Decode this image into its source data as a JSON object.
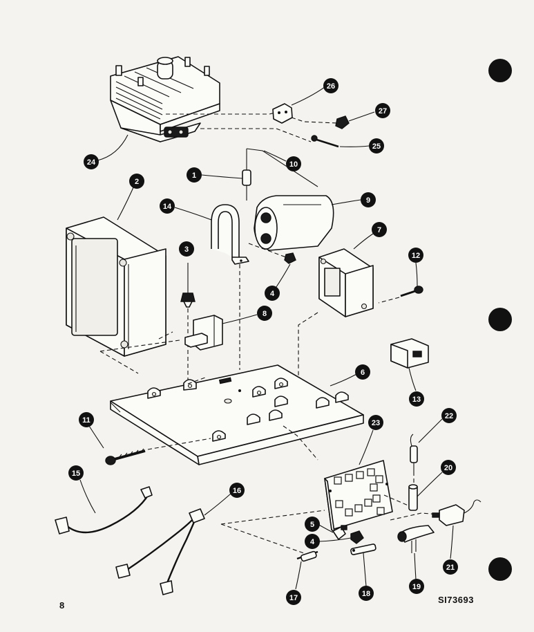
{
  "diagram": {
    "callouts": [
      {
        "id": "c1",
        "label": "1"
      },
      {
        "id": "c2",
        "label": "2"
      },
      {
        "id": "c3",
        "label": "3"
      },
      {
        "id": "c4a",
        "label": "4"
      },
      {
        "id": "c4b",
        "label": "4"
      },
      {
        "id": "c5",
        "label": "5"
      },
      {
        "id": "c6",
        "label": "6"
      },
      {
        "id": "c7",
        "label": "7"
      },
      {
        "id": "c8",
        "label": "8"
      },
      {
        "id": "c9",
        "label": "9"
      },
      {
        "id": "c10",
        "label": "10"
      },
      {
        "id": "c11",
        "label": "11"
      },
      {
        "id": "c12",
        "label": "12"
      },
      {
        "id": "c13",
        "label": "13"
      },
      {
        "id": "c14",
        "label": "14"
      },
      {
        "id": "c15",
        "label": "15"
      },
      {
        "id": "c16",
        "label": "16"
      },
      {
        "id": "c17",
        "label": "17"
      },
      {
        "id": "c18",
        "label": "18"
      },
      {
        "id": "c19",
        "label": "19"
      },
      {
        "id": "c20",
        "label": "20"
      },
      {
        "id": "c21",
        "label": "21"
      },
      {
        "id": "c22",
        "label": "22"
      },
      {
        "id": "c23",
        "label": "23"
      },
      {
        "id": "c24",
        "label": "24"
      },
      {
        "id": "c25",
        "label": "25"
      },
      {
        "id": "c26",
        "label": "26"
      },
      {
        "id": "c27",
        "label": "27"
      }
    ]
  },
  "footer": {
    "page_number": "8",
    "drawing_code": "SI73693"
  },
  "colors": {
    "ink": "#111111",
    "paper": "#f4f3ef"
  }
}
